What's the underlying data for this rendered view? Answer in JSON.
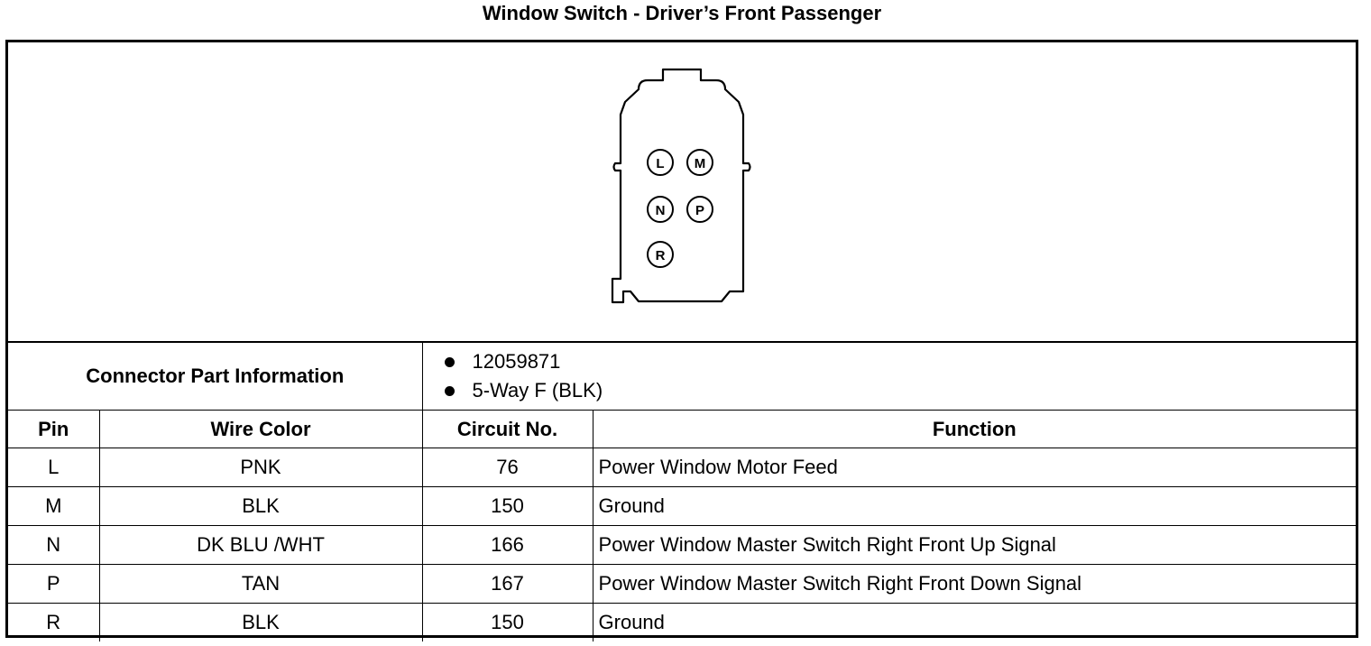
{
  "title": "Window Switch - Driver’s Front Passenger",
  "connector": {
    "pins": [
      "L",
      "M",
      "N",
      "P",
      "R"
    ]
  },
  "part_info": {
    "label": "Connector Part Information",
    "items": [
      "12059871",
      "5-Way F (BLK)"
    ]
  },
  "table": {
    "headers": [
      "Pin",
      "Wire Color",
      "Circuit No.",
      "Function"
    ],
    "rows": [
      {
        "pin": "L",
        "wire": "PNK",
        "circuit": "76",
        "function": "Power Window Motor Feed"
      },
      {
        "pin": "M",
        "wire": "BLK",
        "circuit": "150",
        "function": "Ground"
      },
      {
        "pin": "N",
        "wire": "DK BLU /WHT",
        "circuit": "166",
        "function": "Power Window Master Switch Right Front Up Signal"
      },
      {
        "pin": "P",
        "wire": "TAN",
        "circuit": "167",
        "function": "Power Window Master Switch Right Front Down Signal"
      },
      {
        "pin": "R",
        "wire": "BLK",
        "circuit": "150",
        "function": "Ground"
      }
    ]
  }
}
